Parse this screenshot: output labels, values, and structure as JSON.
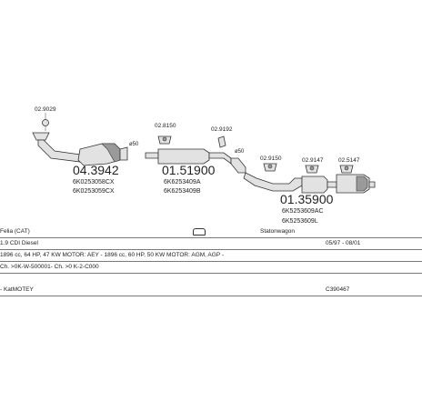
{
  "diagram": {
    "parts": [
      {
        "id": "clamp1",
        "ref": "02.9029"
      },
      {
        "id": "front",
        "number": "04.3942",
        "oe": [
          "6K0253058CX",
          "6K0253059CX"
        ]
      },
      {
        "id": "clamp2",
        "ref": "02.8150"
      },
      {
        "id": "middle",
        "number": "01.51900",
        "oe": [
          "6K6253409A",
          "6K6253409B"
        ]
      },
      {
        "id": "clamp3",
        "ref": "02.9192"
      },
      {
        "id": "clamp4",
        "ref": "02.9150"
      },
      {
        "id": "clamp5",
        "ref": "02.9147"
      },
      {
        "id": "clamp6",
        "ref": "02.5147"
      },
      {
        "id": "rear",
        "number": "01.35900",
        "oe": [
          "6K5253609AC",
          "6K5253609L"
        ]
      }
    ],
    "diameters": [
      "ø50",
      "ø50"
    ]
  },
  "info": {
    "model": "Felia (CAT)",
    "body": "Statonwagon",
    "engine": "1.9 CDI Diesel",
    "period": "05/97 - 08/01",
    "spec1": "1896 cc, 64 HP, 47 KW MOTOR: AEY - 1896 cc, 60 HP, 50 KW MOTOR: AGM, AGP -",
    "spec2": "Ch. >0K-W-500001- Ch. >0 K-2-C000",
    "extra": "- KatMOTEY",
    "code": "C390467"
  }
}
